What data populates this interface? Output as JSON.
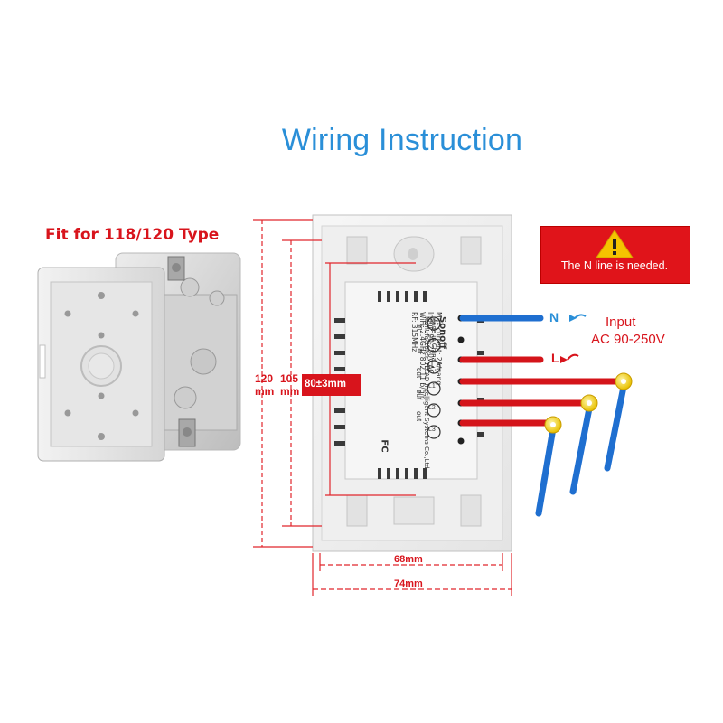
{
  "title": "Wiring Instruction",
  "box_label": "Fit for 118/120 Type",
  "warning": {
    "text": "The N line is needed.",
    "icon": "warning-triangle-icon"
  },
  "terminals": {
    "neutral": "N",
    "line": "L"
  },
  "input": {
    "line1": "Input",
    "line2": "AC 90-250V"
  },
  "dimensions": {
    "height_outer": "120",
    "height_inner": "105",
    "unit": "mm",
    "box_spacing": "80±3mm",
    "width_inner": "68mm",
    "width_outer": "74mm"
  },
  "module": {
    "brand": "Sonoff",
    "made_in": "Made in China",
    "manufacturer": "Manufacturer: ITEAD Intelligent Systems Co.,Ltd",
    "specs": [
      "Max.current: 2A/gang",
      "Input: 90-250V AC",
      "WiFi: 2.4GHz 802.11 b/g/n",
      "RF: 315MHz"
    ],
    "terminal_labels": [
      "N",
      "L",
      "L1",
      "L2",
      "L3"
    ],
    "io_labels": [
      "in",
      "in",
      "out",
      "out",
      "out"
    ],
    "cert": "FC"
  },
  "colors": {
    "title": "#2a8fd8",
    "accent_red": "#d8141c",
    "wire_blue": "#1f6fd0",
    "wire_red": "#d4141a",
    "terminal_yellow": "#f3d21a"
  }
}
